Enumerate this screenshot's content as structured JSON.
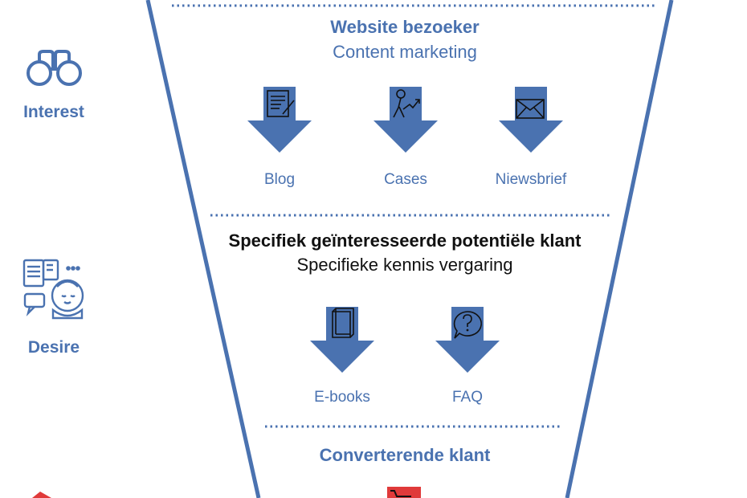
{
  "colors": {
    "accent": "#4a72b0",
    "text_dark": "#111111",
    "cart_red": "#e03a3a"
  },
  "stages": {
    "interest": "Interest",
    "desire": "Desire"
  },
  "sections": {
    "visitor": {
      "title": "Website bezoeker",
      "subtitle": "Content marketing",
      "items": [
        {
          "label": "Blog",
          "icon": "document-pen-icon"
        },
        {
          "label": "Cases",
          "icon": "growth-chart-person-icon"
        },
        {
          "label": "Niewsbrief",
          "icon": "envelope-icon"
        }
      ]
    },
    "prospect": {
      "title": "Specifiek geïnteresseerde potentiële klant",
      "subtitle": "Specifieke kennis vergaring",
      "items": [
        {
          "label": "E-books",
          "icon": "book-icon"
        },
        {
          "label": "FAQ",
          "icon": "question-bubble-icon"
        }
      ]
    },
    "converting": {
      "title": "Converterende klant",
      "icon": "shopping-cart-icon"
    }
  }
}
